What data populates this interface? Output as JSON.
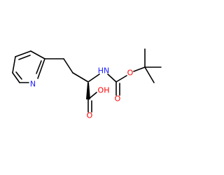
{
  "molecule": {
    "atoms": {
      "ring_nitrogen": "N",
      "amine_nh": "HN",
      "carbamate_carbonyl_o": "O",
      "carbamate_ester_o": "O",
      "acid_carbonyl_o": "O",
      "acid_hydroxyl": "OH"
    }
  },
  "colors": {
    "bond": "#000000",
    "nitrogen": "#1a1aff",
    "oxygen": "#ff0000"
  }
}
